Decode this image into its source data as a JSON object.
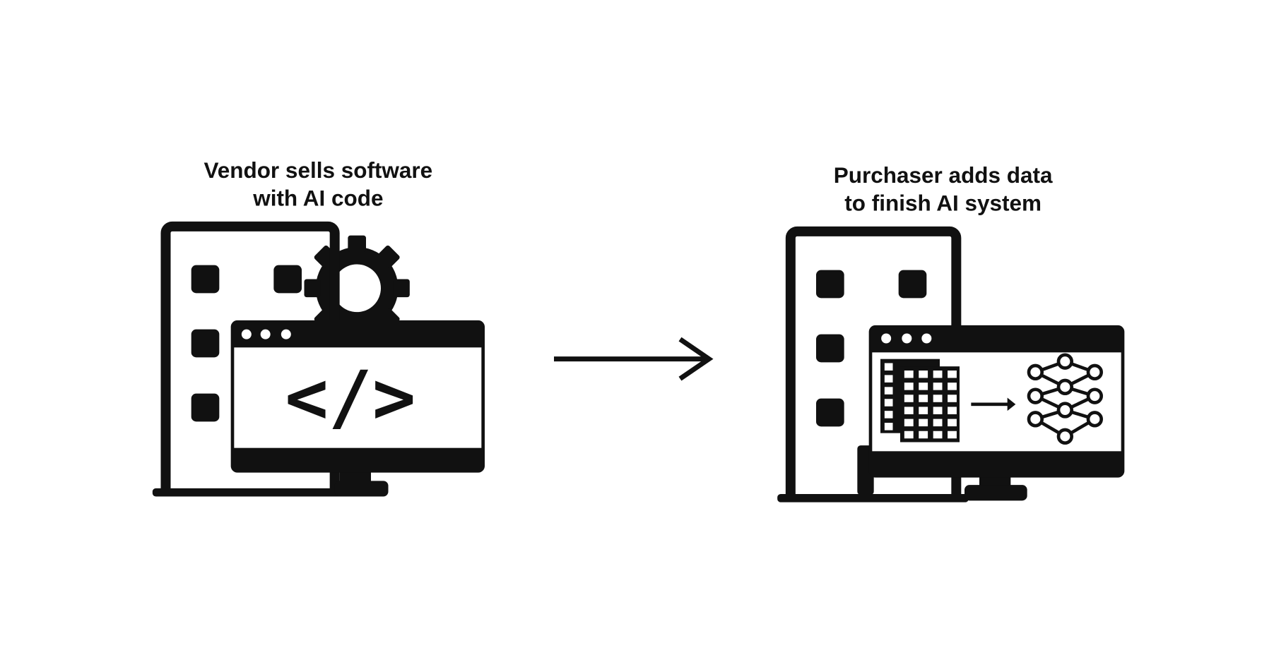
{
  "left_panel": {
    "title_line1": "Vendor sells software",
    "title_line2": "with AI code",
    "screen_symbol": "</>",
    "icons": [
      "building-icon",
      "gear-icon",
      "monitor-icon",
      "code-icon"
    ]
  },
  "flow_arrow": {
    "icon": "arrow-right-icon"
  },
  "right_panel": {
    "title_line1": "Purchaser adds data",
    "title_line2": "to finish AI system",
    "icons": [
      "building-icon",
      "monitor-icon",
      "data-table-icon",
      "arrow-right-icon",
      "neural-network-icon"
    ]
  },
  "colors": {
    "ink": "#111111",
    "background": "#ffffff"
  }
}
